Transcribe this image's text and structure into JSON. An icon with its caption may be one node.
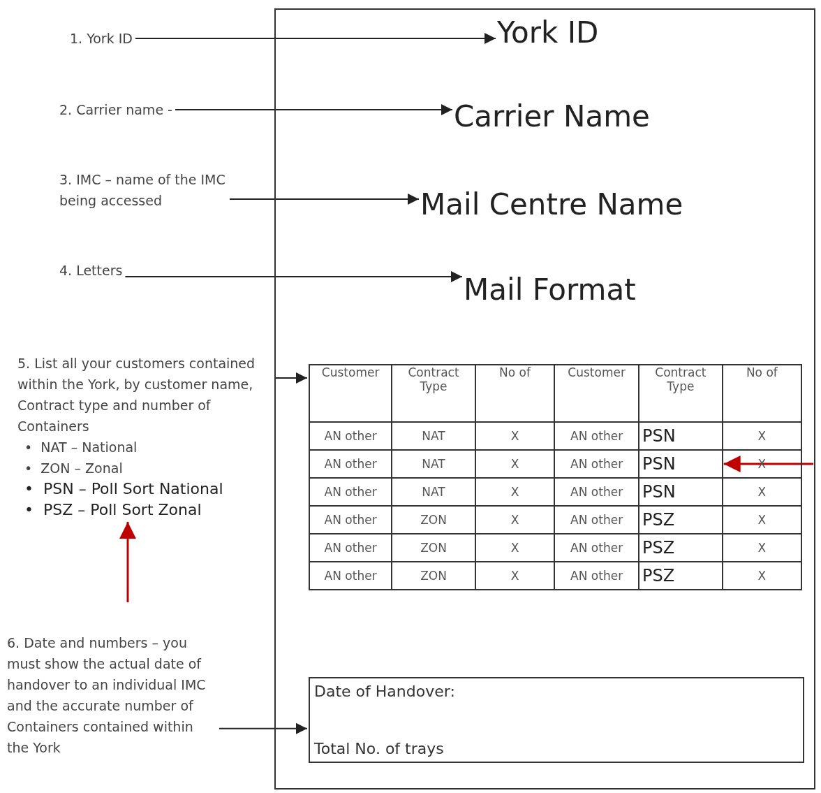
{
  "diagram": {
    "nodes": [
      {
        "text": [],
        "shape": "box"
      },
      {
        "text": [
          "1. York ID"
        ]
      },
      {
        "text": [
          "York ID"
        ],
        "in": 0
      },
      {
        "text": [
          "2. Carrier name -"
        ]
      },
      {
        "text": [
          "Carrier Name"
        ],
        "in": 0
      },
      {
        "text": [
          "3. IMC – name of the IMC being accessed"
        ]
      },
      {
        "text": [
          "Mail Centre Name"
        ],
        "in": 0
      },
      {
        "text": [
          "4. Letters"
        ]
      },
      {
        "text": [
          "Mail Format"
        ],
        "in": 0
      },
      {
        "text": [
          "5. List all your customers contained within the York, by customer name, Contract type and number of Containers",
          "•  NAT – National",
          "•  ZON – Zonal",
          "•  PSN – Poll Sort National",
          "•  PSZ – Poll Sort Zonal"
        ]
      },
      {
        "text": [],
        "shape": "box",
        "in": 0
      },
      {
        "text": [
          "PSN"
        ],
        "in": 10
      },
      {
        "text": [
          "Date of Handover:",
          "Total No. of trays"
        ],
        "in": 0
      },
      {
        "text": [
          "6. Date and numbers – you must show the actual date of handover to an individual IMC and the accurate number of Containers contained within the York"
        ]
      }
    ],
    "edges": [
      {
        "from": 1,
        "to": 2,
        "arrow": "to"
      },
      {
        "from": 3,
        "to": 4,
        "arrow": "to"
      },
      {
        "from": 5,
        "to": 6,
        "arrow": "to"
      },
      {
        "from": 7,
        "to": 8,
        "arrow": "to"
      },
      {
        "from": 9,
        "to": 10,
        "arrow": "to"
      },
      {
        "from": 13,
        "to": 12,
        "arrow": "to"
      },
      {
        "from": null,
        "to": 9,
        "arrow": "to",
        "color": "#c00000"
      },
      {
        "from": null,
        "to": 11,
        "arrow": "to",
        "color": "#c00000"
      }
    ],
    "labels": [
      "Customer",
      "Contract Type",
      "No of",
      "Customer",
      "Contract Type",
      "No of",
      "AN other",
      "NAT",
      "X",
      "AN other",
      "PSN",
      "X",
      "AN other",
      "NAT",
      "X",
      "AN other",
      "X",
      "AN other",
      "NAT",
      "X",
      "AN other",
      "PSN",
      "X",
      "AN other",
      "ZON",
      "X",
      "AN other",
      "PSZ",
      "X",
      "AN other",
      "ZON",
      "X",
      "AN other",
      "PSZ",
      "X",
      "AN other",
      "ZON",
      "X",
      "AN other",
      "PSZ",
      "X"
    ]
  }
}
